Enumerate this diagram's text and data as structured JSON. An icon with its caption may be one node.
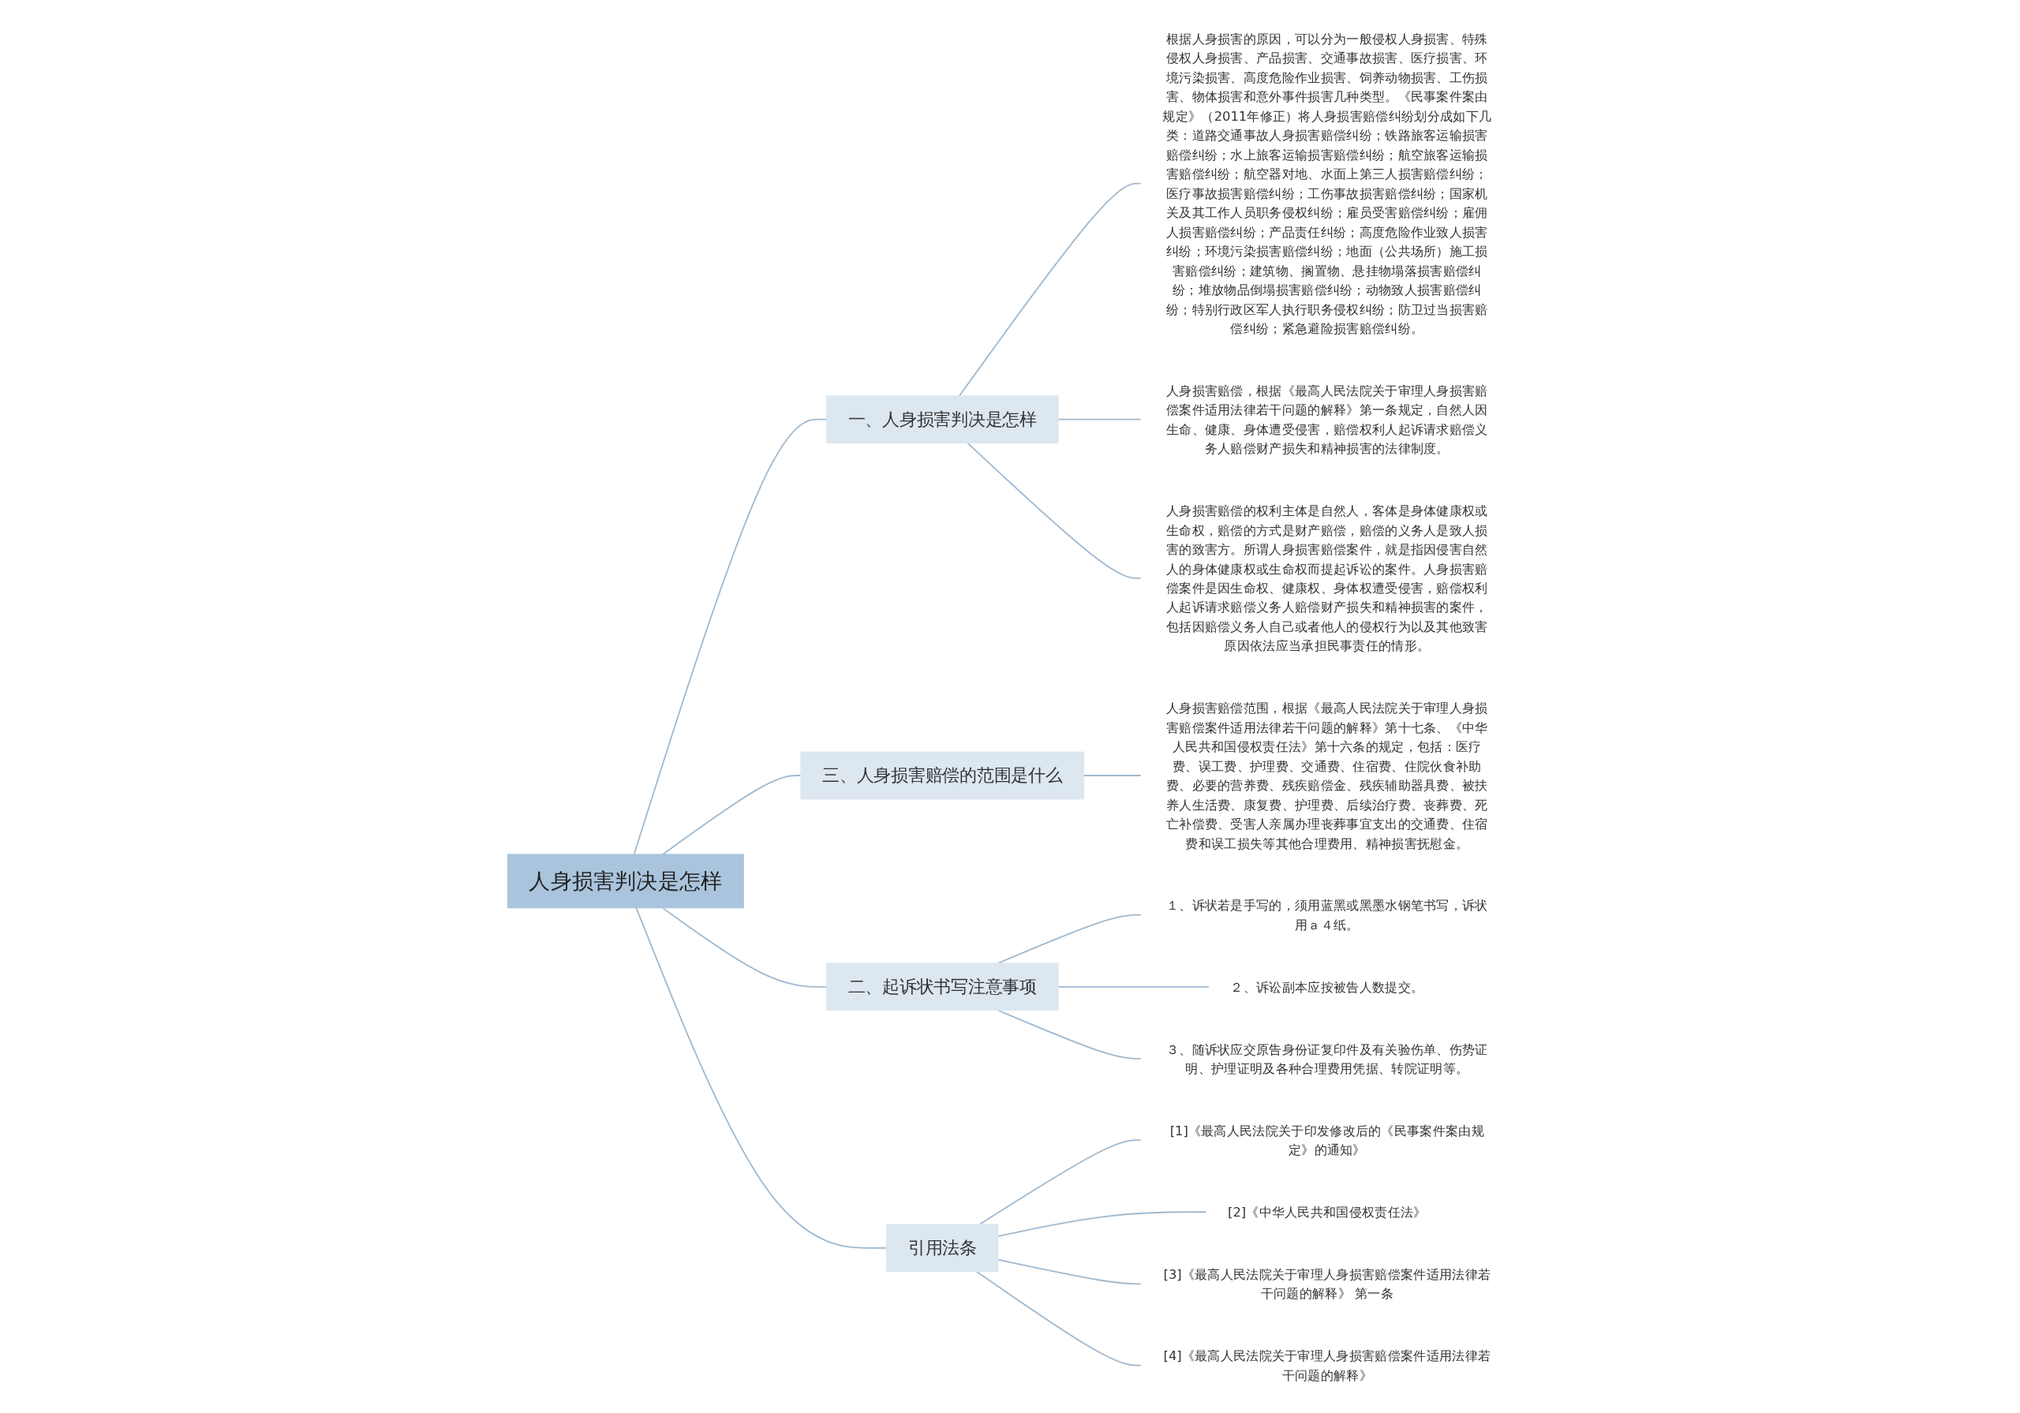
{
  "diagram": {
    "nodes": [
      {
        "text": [
          "人身损害判决是怎样"
        ]
      },
      {
        "text": [
          "一、人身损害判决是怎样"
        ]
      },
      {
        "text": [
          "根据人身损害的原因，可以分为一般侵权人身损害、特殊侵权人身损害、产品损害、交通事故损害、医疗损害、环境污染损害、高度危险作业损害、饲养动物损害、工伤损害、物体损害和意外事件损害几种类型。《民事案件案由规定》（2011年修正）将人身损害赔偿纠纷划分成如下几类：道路交通事故人身损害赔偿纠纷；铁路旅客运输损害赔偿纠纷；水上旅客运输损害赔偿纠纷；航空旅客运输损害赔偿纠纷；航空器对地、水面上第三人损害赔偿纠纷；医疗事故损害赔偿纠纷；工伤事故损害赔偿纠纷；国家机关及其工作人员职务侵权纠纷；雇员受害赔偿纠纷；雇佣人损害赔偿纠纷；产品责任纠纷；高度危险作业致人损害纠纷；环境污染损害赔偿纠纷；地面（公共场所）施工损害赔偿纠纷；建筑物、搁置物、悬挂物塌落损害赔偿纠纷；堆放物品倒塌损害赔偿纠纷；动物致人损害赔偿纠纷；特别行政区军人执行职务侵权纠纷；防卫过当损害赔偿纠纷；紧急避险损害赔偿纠纷。"
        ]
      },
      {
        "text": [
          "人身损害赔偿，根据《最高人民法院关于审理人身损害赔偿案件适用法律若干问题的解释》第一条规定，自然人因生命、健康、身体遭受侵害，赔偿权利人起诉请求赔偿义务人赔偿财产损失和精神损害的法律制度。"
        ]
      },
      {
        "text": [
          "人身损害赔偿的权利主体是自然人，客体是身体健康权或生命权，赔偿的方式是财产赔偿，赔偿的义务人是致人损害的致害方。所谓人身损害赔偿案件，就是指因侵害自然人的身体健康权或生命权而提起诉讼的案件。人身损害赔偿案件是因生命权、健康权、身体权遭受侵害，赔偿权利人起诉请求赔偿义务人赔偿财产损失和精神损害的案件，包括因赔偿义务人自己或者他人的侵权行为以及其他致害原因依法应当承担民事责任的情形。"
        ]
      },
      {
        "text": [
          "三、人身损害赔偿的范围是什么"
        ]
      },
      {
        "text": [
          "人身损害赔偿范围，根据《最高人民法院关于审理人身损害赔偿案件适用法律若干问题的解释》第十七条、《中华人民共和国侵权责任法》第十六条的规定，包括：医疗费、误工费、护理费、交通费、住宿费、住院伙食补助费、必要的营养费、残疾赔偿金、残疾辅助器具费、被扶养人生活费、康复费、护理费、后续治疗费、丧葬费、死亡补偿费、受害人亲属办理丧葬事宜支出的交通费、住宿费和误工损失等其他合理费用、精神损害抚慰金。"
        ]
      },
      {
        "text": [
          "二、起诉状书写注意事项"
        ]
      },
      {
        "text": [
          "１、诉状若是手写的，须用蓝黑或黑墨水钢笔书写，诉状用ａ４纸。"
        ]
      },
      {
        "text": [
          "２、诉讼副本应按被告人数提交。"
        ]
      },
      {
        "text": [
          "３、随诉状应交原告身份证复印件及有关验伤单、伤势证明、护理证明及各种合理费用凭据、转院证明等。"
        ]
      },
      {
        "text": [
          "引用法条"
        ]
      },
      {
        "text": [
          "[1]《最高人民法院关于印发修改后的《民事案件案由规定》的通知》"
        ]
      },
      {
        "text": [
          "[2]《中华人民共和国侵权责任法》"
        ]
      },
      {
        "text": [
          "[3]《最高人民法院关于审理人身损害赔偿案件适用法律若干问题的解释》 第一条"
        ]
      },
      {
        "text": [
          "[4]《最高人民法院关于审理人身损害赔偿案件适用法律若干问题的解释》"
        ]
      }
    ],
    "edges": [
      {
        "from": 0,
        "to": 1,
        "arrow": "none"
      },
      {
        "from": 1,
        "to": 2,
        "arrow": "none"
      },
      {
        "from": 1,
        "to": 3,
        "arrow": "none"
      },
      {
        "from": 1,
        "to": 4,
        "arrow": "none"
      },
      {
        "from": 0,
        "to": 5,
        "arrow": "none"
      },
      {
        "from": 5,
        "to": 6,
        "arrow": "none"
      },
      {
        "from": 0,
        "to": 7,
        "arrow": "none"
      },
      {
        "from": 7,
        "to": 8,
        "arrow": "none"
      },
      {
        "from": 7,
        "to": 9,
        "arrow": "none"
      },
      {
        "from": 7,
        "to": 10,
        "arrow": "none"
      },
      {
        "from": 0,
        "to": 11,
        "arrow": "none"
      },
      {
        "from": 11,
        "to": 12,
        "arrow": "none"
      },
      {
        "from": 11,
        "to": 13,
        "arrow": "none"
      },
      {
        "from": 11,
        "to": 14,
        "arrow": "none"
      },
      {
        "from": 11,
        "to": 15,
        "arrow": "none"
      }
    ]
  }
}
